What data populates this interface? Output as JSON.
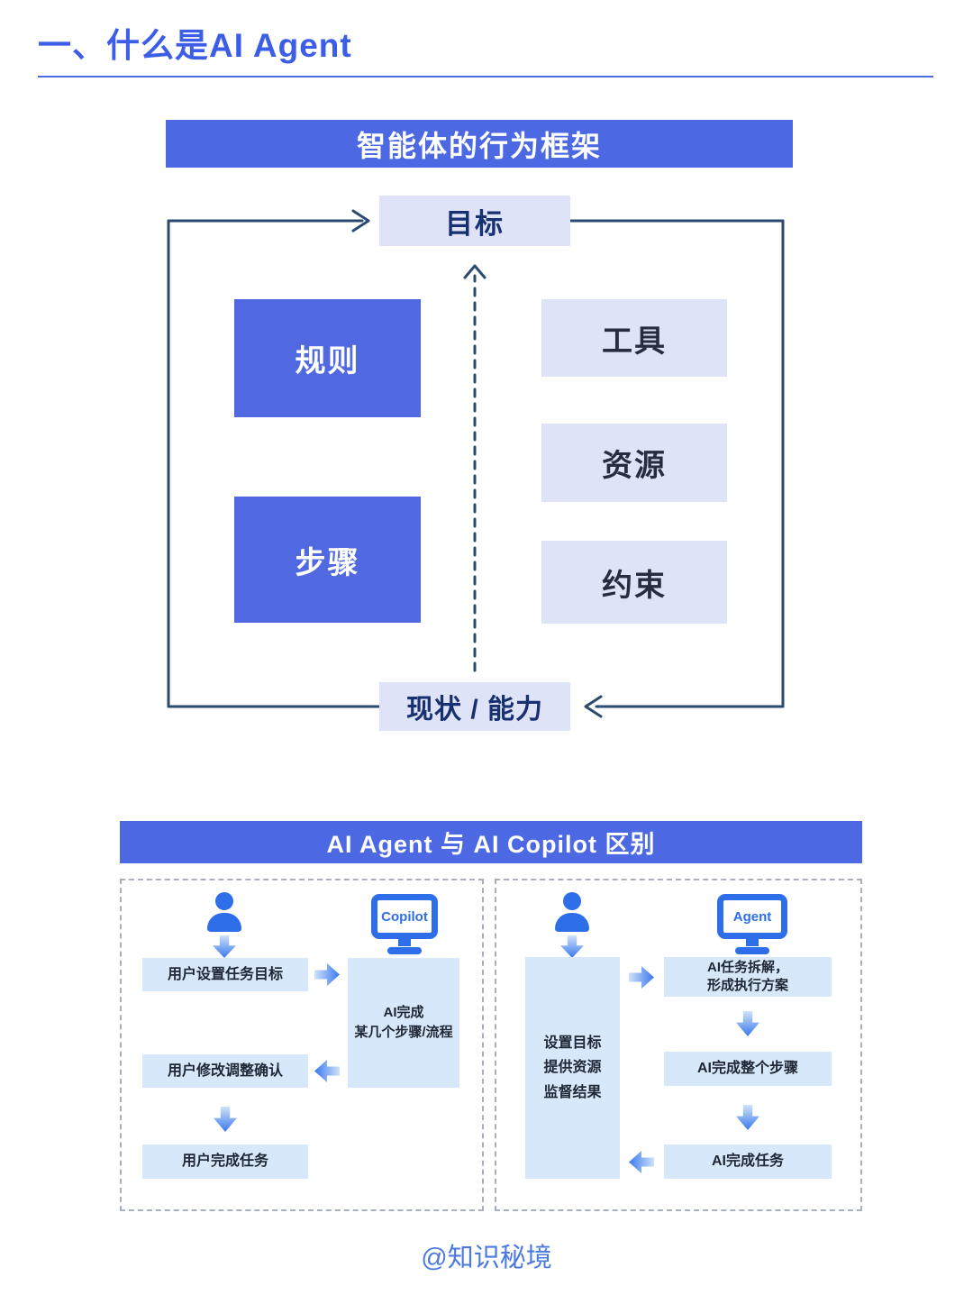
{
  "header": {
    "title": "一、什么是AI Agent"
  },
  "framework": {
    "banner": "智能体的行为框架",
    "goal": "目标",
    "rule": "规则",
    "step": "步骤",
    "tool": "工具",
    "resource": "资源",
    "constraint": "约束",
    "status": "现状 / 能力"
  },
  "comparison": {
    "banner": "AI Agent 与 AI Copilot 区别",
    "copilot": {
      "monitor_label": "Copilot",
      "set_goal": "用户设置任务目标",
      "ai_partial": "AI完成\n某几个步骤/流程",
      "user_adjust": "用户修改调整确认",
      "user_finish": "用户完成任务"
    },
    "agent": {
      "monitor_label": "Agent",
      "user_role": "设置目标\n提供资源\n监督结果",
      "decompose": "AI任务拆解，\n形成执行方案",
      "full_steps": "AI完成整个步骤",
      "finish": "AI完成任务"
    }
  },
  "footer": {
    "credit": "@知识秘境"
  },
  "colors": {
    "title_blue": "#3c5de8",
    "banner_blue": "#4c68e2",
    "solid_box_blue": "#5069e1",
    "lavender_box": "#dfe3f8",
    "navy_text": "#17306f",
    "flow_box_blue": "#d6e8f9",
    "icon_blue": "#2e6ee8",
    "connector_navy": "#2b4a70",
    "footer_blue": "#4b79de"
  }
}
